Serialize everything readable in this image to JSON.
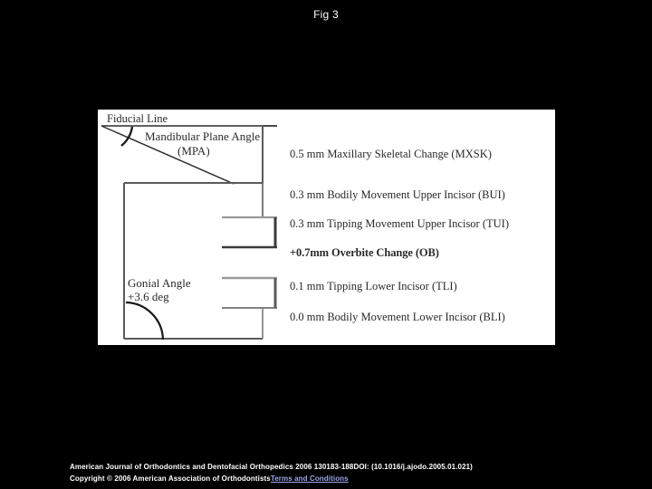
{
  "figure": {
    "title": "Fig 3"
  },
  "diagram": {
    "left_labels": {
      "fiducial_line": "Fiducial Line",
      "mpa_line1": "Mandibular Plane Angle",
      "mpa_line2": "(MPA)",
      "gonial_line1": "Gonial Angle",
      "gonial_line2": "+3.6 deg"
    },
    "measurements": [
      {
        "key": "MXSK",
        "text": "0.5 mm Maxillary Skeletal Change (MXSK)",
        "value": "0.5 mm",
        "bold": false
      },
      {
        "key": "BUI",
        "text": "0.3 mm Bodily Movement Upper Incisor (BUI)",
        "value": "0.3 mm",
        "bold": false
      },
      {
        "key": "TUI",
        "text": "0.3 mm Tipping Movement Upper Incisor (TUI)",
        "value": "0.3 mm",
        "bold": false
      },
      {
        "key": "OB",
        "text": "+0.7mm Overbite Change (OB)",
        "value": "+0.7 mm",
        "bold": true
      },
      {
        "key": "TLI",
        "text": "0.1 mm Tipping Lower Incisor (TLI)",
        "value": "0.1 mm",
        "bold": false
      },
      {
        "key": "BLI",
        "text": "0.0 mm Bodily Movement Lower Incisor (BLI)",
        "value": "0.0 mm",
        "bold": false
      }
    ]
  },
  "footer": {
    "citation": "American Journal of Orthodontics and Dentofacial Orthopedics 2006 130183-188DOI: (10.1016/j.ajodo.2005.01.021)",
    "copyright": "Copyright © 2006 American Association of Orthodontists",
    "terms_link": "Terms and Conditions"
  },
  "colors": {
    "background": "#000000",
    "panel": "#ffffff",
    "ink": "#2a2a2a",
    "link": "#9aa6e8",
    "text": "#ffffff"
  }
}
